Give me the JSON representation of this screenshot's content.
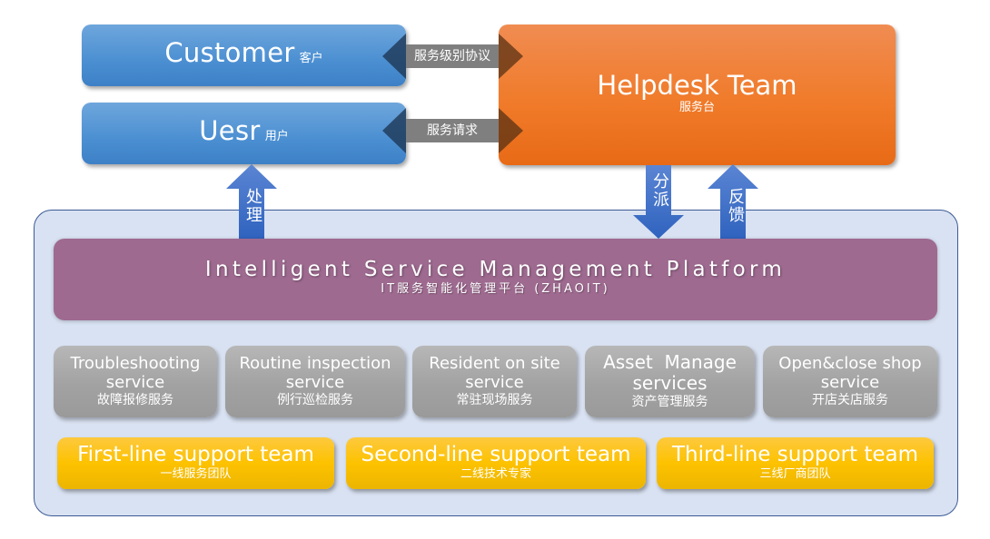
{
  "top": {
    "customer": {
      "label": "Customer",
      "label_cn": "客户"
    },
    "user": {
      "label": "Uesr",
      "label_cn": "用户"
    },
    "helpdesk": {
      "label": "Helpdesk Team",
      "label_cn": "服务台"
    },
    "sla_arrow": "服务级别协议",
    "request_arrow": "服务请求"
  },
  "arrows": {
    "handle": "处理",
    "dispatch": "分派",
    "feedback": "反馈"
  },
  "platform": {
    "title": "Intelligent Service Management Platform",
    "subtitle": "IT服务智能化管理平台 (ZHAOIT)"
  },
  "services": [
    {
      "en1": "Troubleshooting",
      "en2": "service",
      "cn": "故障报修服务"
    },
    {
      "en1": "Routine inspection",
      "en2": "service",
      "cn": "例行巡检服务"
    },
    {
      "en1": "Resident on site",
      "en2": "service",
      "cn": "常驻现场服务"
    },
    {
      "en1": "Asset  Manage",
      "en2": "services",
      "cn": "资产管理服务"
    },
    {
      "en1": "Open&close shop",
      "en2": "service",
      "cn": "开店关店服务"
    }
  ],
  "teams": [
    {
      "en": "First-line support team",
      "cn": "一线服务团队"
    },
    {
      "en": "Second-line support team",
      "cn": "二线技术专家"
    },
    {
      "en": "Third-line support team",
      "cn": "三线厂商团队"
    }
  ],
  "colors": {
    "customer_box": "#4b8fd2",
    "helpdesk_box": "#f07b2a",
    "platform_band": "#9e6a90",
    "service_box": "#a6a6a6",
    "team_box": "#fdc200",
    "panel_bg": "#d9e2f2",
    "arrow_blue": "#3a6fc6"
  }
}
